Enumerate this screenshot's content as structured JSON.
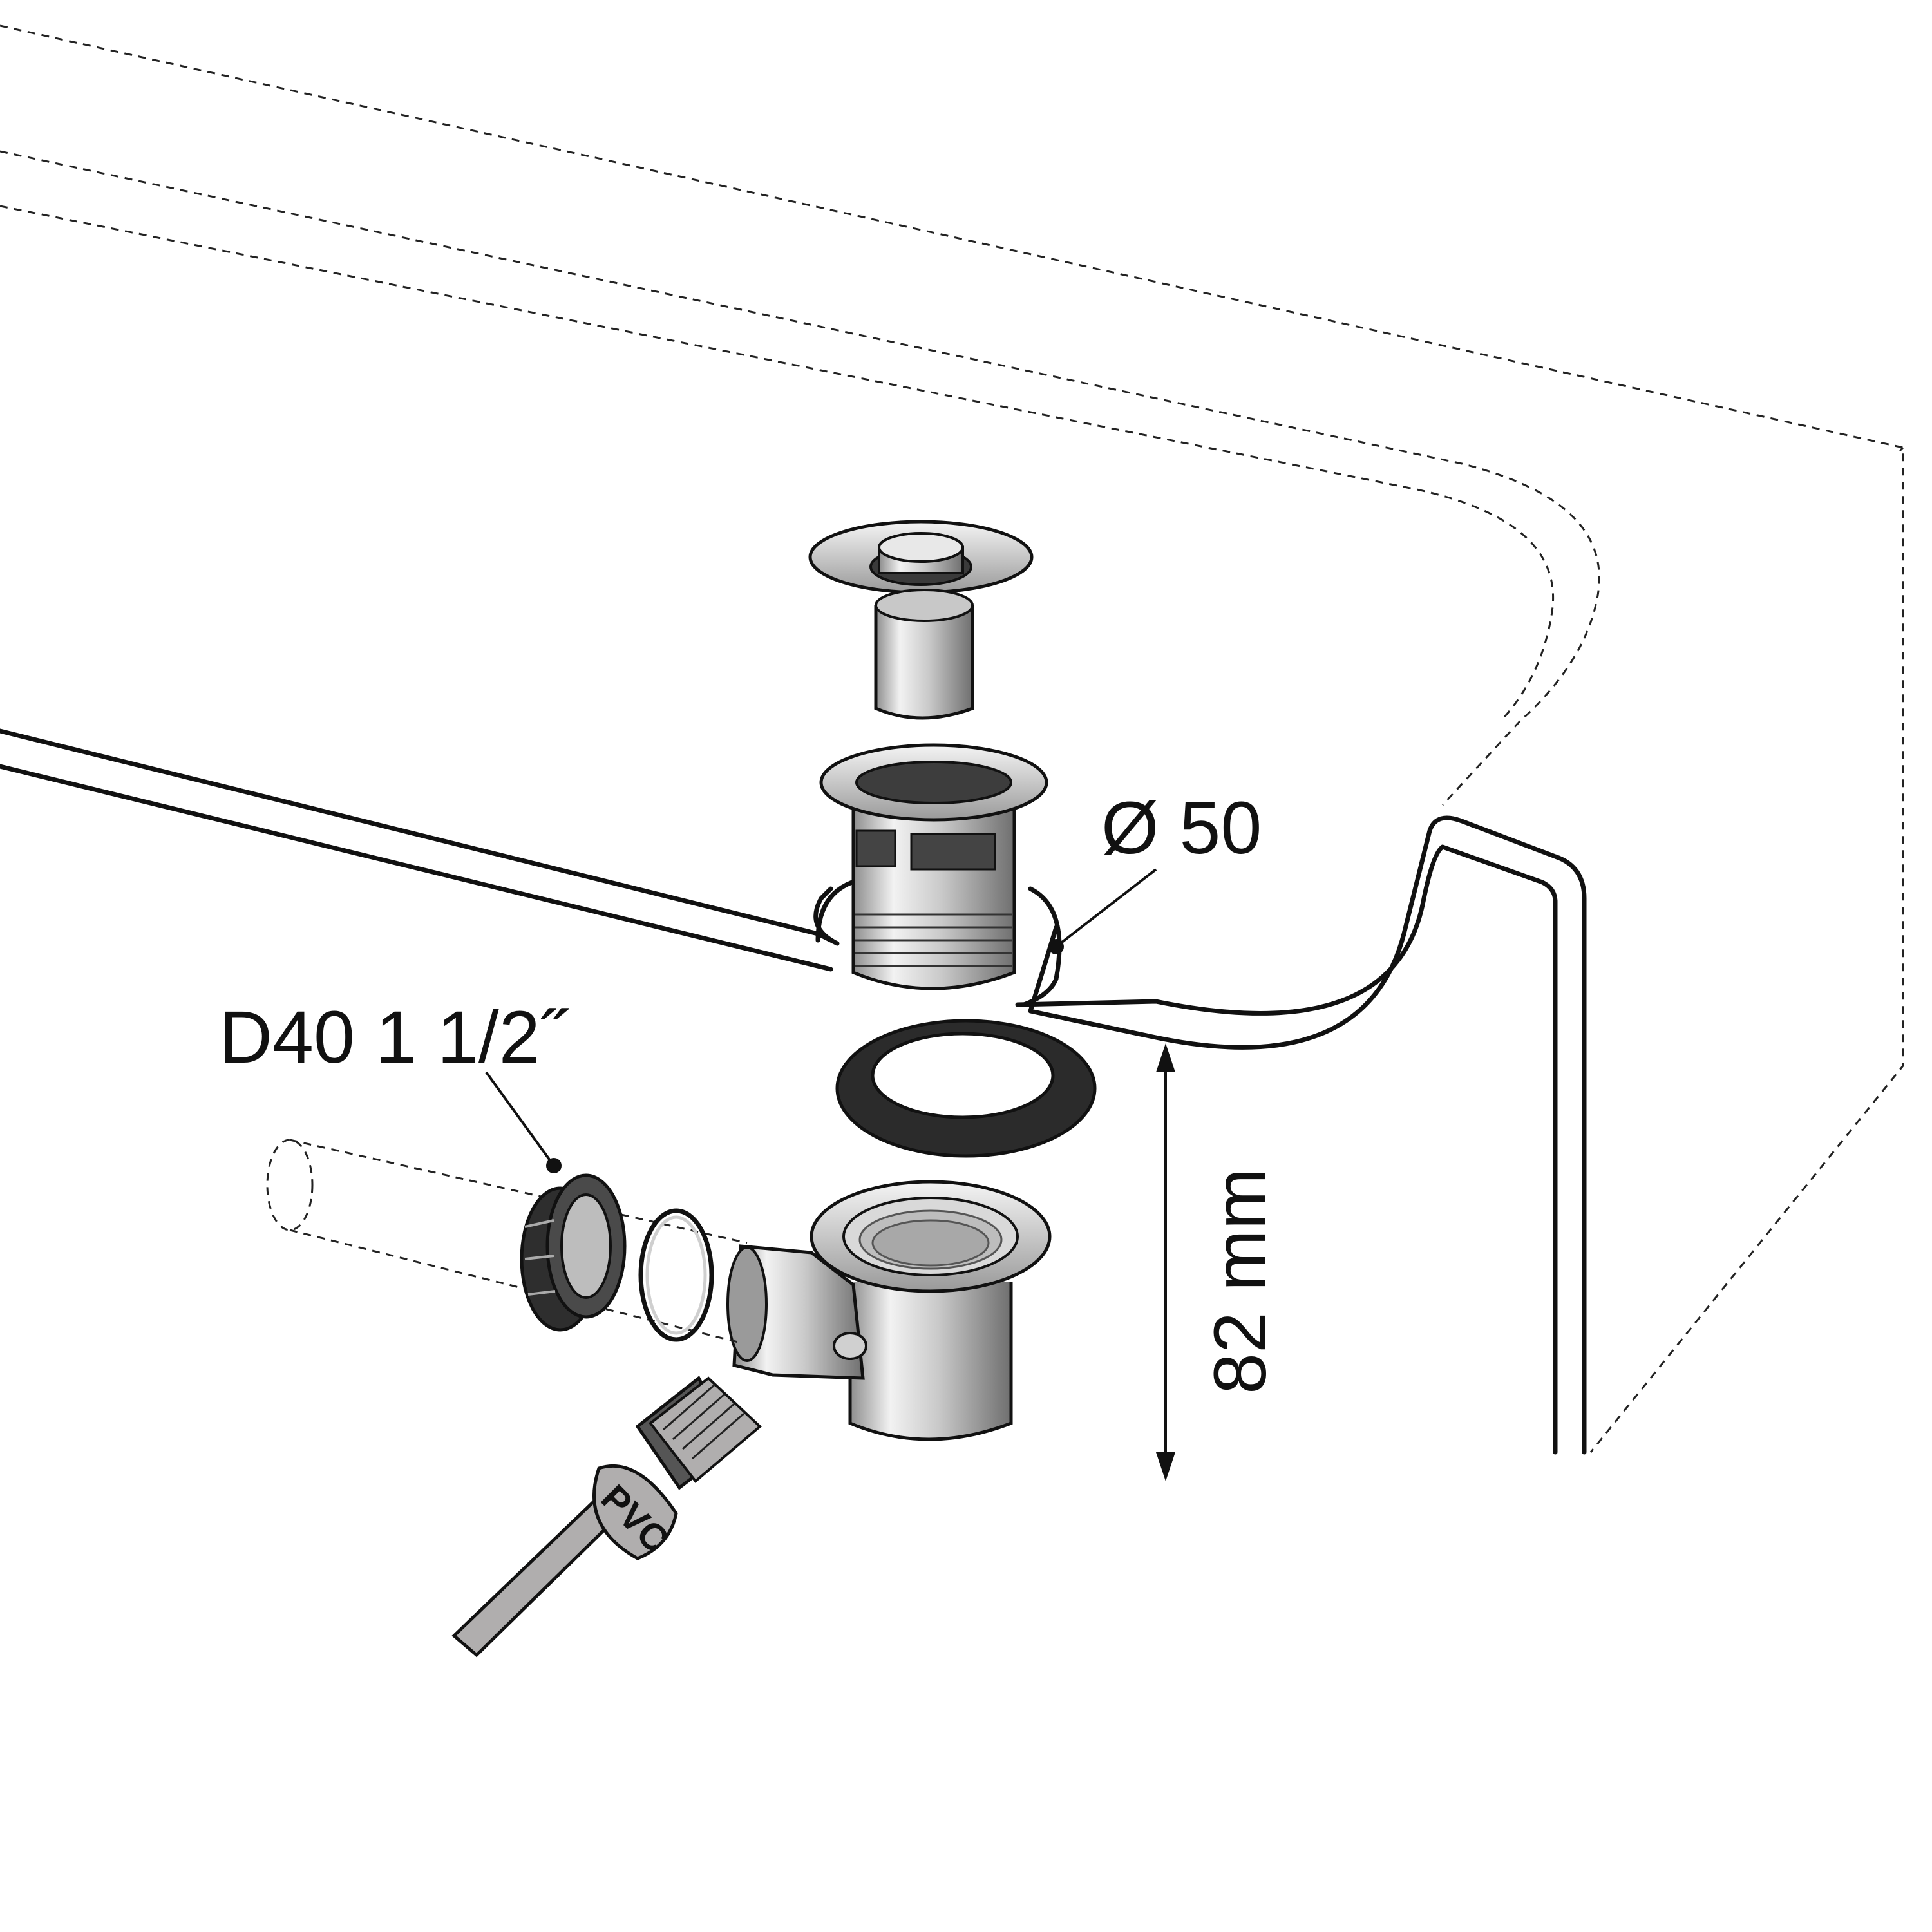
{
  "labels": {
    "diameter": "Ø 50",
    "pipe_size": "D40 1 1/2˝",
    "height": "82 mm",
    "brush_text": "PVC"
  },
  "colors": {
    "line": "#111111",
    "metal_light": "#e6e6e6",
    "metal_mid": "#b5b5b5",
    "metal_dark": "#6e6e6e",
    "rubber": "#2b2b2b",
    "brush_gray": "#b0aeae"
  }
}
